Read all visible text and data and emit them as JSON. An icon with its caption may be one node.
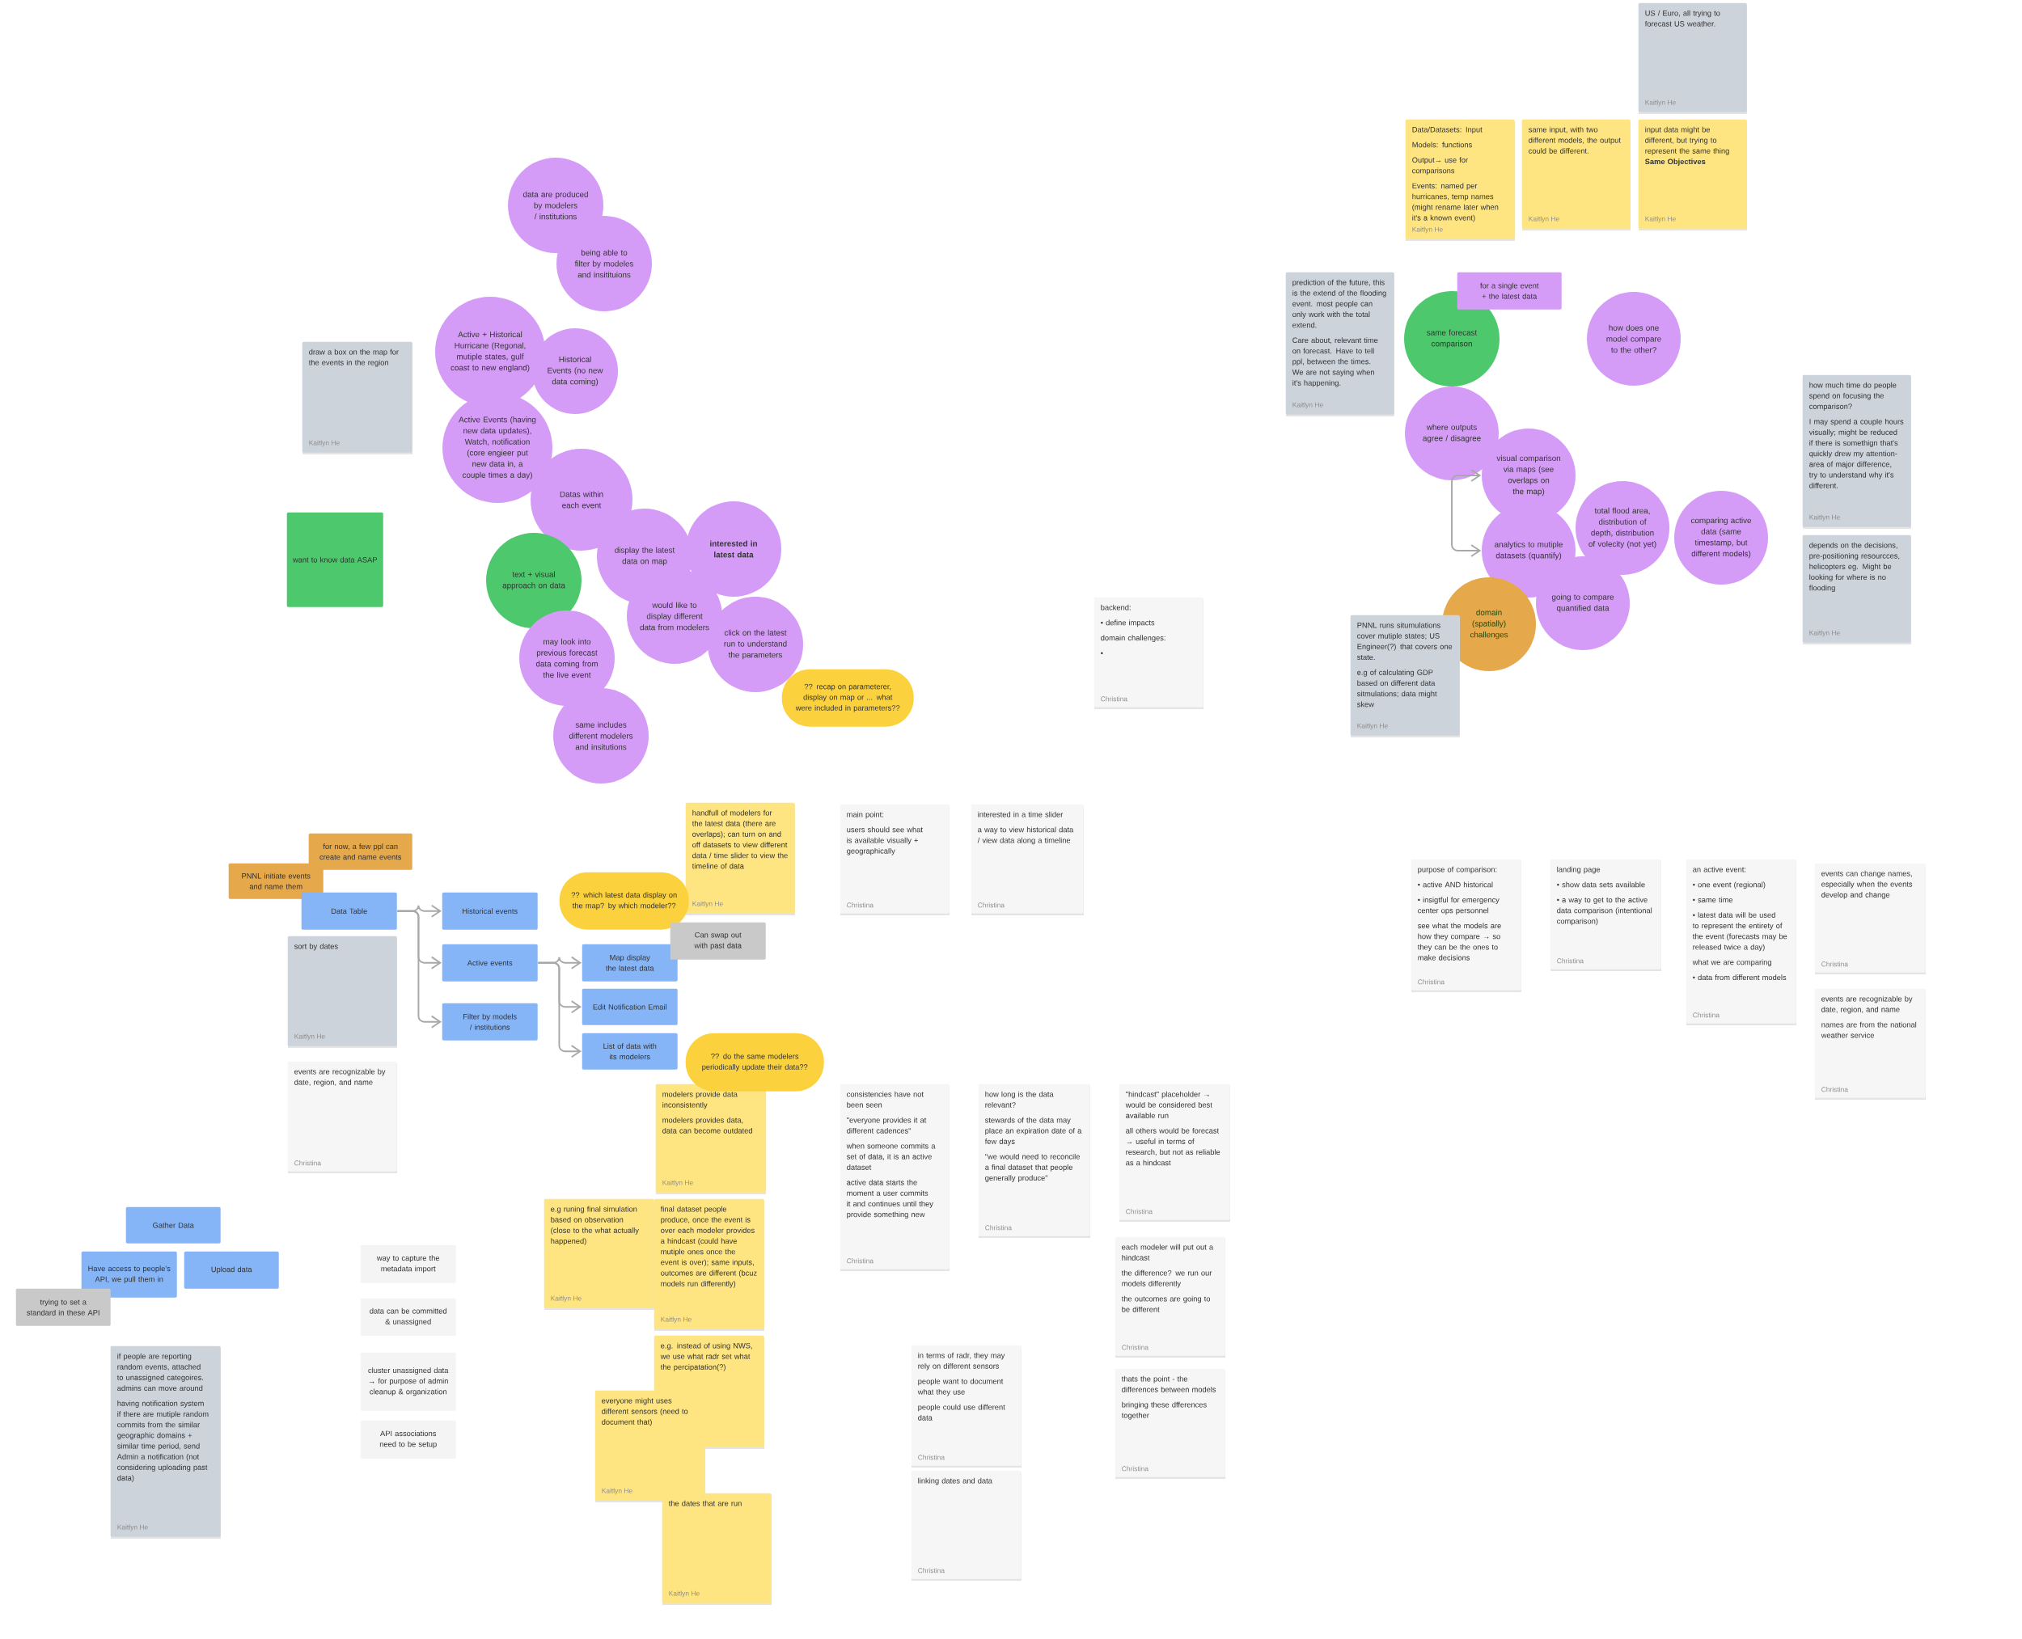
{
  "diagram": {
    "nodes": [
      {
        "text": [
          "draw a box on the map for the events in the region",
          "Kaitlyn He"
        ]
      },
      {
        "text": [
          "want to know data ASAP"
        ]
      },
      {
        "text": [
          "data are produced by modelers / institutions"
        ]
      },
      {
        "text": [
          "being able to filter by modeles and insitituions"
        ]
      },
      {
        "text": [
          "Active + Historical Hurricane (Regonal, mutiple states, gulf coast to new england)"
        ]
      },
      {
        "text": [
          "Historical Events (no new data coming)"
        ]
      },
      {
        "text": [
          "Active Events (having new data updates), Watch, notification (core engieer put new data in, a couple times a day)"
        ]
      },
      {
        "text": [
          "Datas within each event"
        ]
      },
      {
        "text": [
          "text + visual approach on data"
        ]
      },
      {
        "text": [
          "display the latest data on map"
        ]
      },
      {
        "text": [
          "interested in latest data"
        ]
      },
      {
        "text": [
          "would like to display different data from modelers"
        ]
      },
      {
        "text": [
          "click on the latest run to understand the parameters"
        ]
      },
      {
        "text": [
          "may look into previous forecast data coming from the live event"
        ]
      },
      {
        "text": [
          "same includes different modelers and insitutions"
        ]
      },
      {
        "text": [
          "?? recap on parameterer, display on map or ... what were included in parameters??"
        ]
      },
      {
        "text": [
          "backend:",
          "• define impacts",
          "domain challenges:",
          "•",
          "Christina"
        ]
      },
      {
        "text": [
          "US / Euro, all trying to forecast US weather.",
          "Kaitlyn He"
        ]
      },
      {
        "text": [
          "Data/Datasets: Input",
          "Models: functions",
          "Output→ use for comparisons",
          "Events: named per hurricanes, temp names (might rename later when it's a known event)",
          "Kaitlyn He"
        ]
      },
      {
        "text": [
          "same input, with two different models, the output could be different.",
          "Kaitlyn He"
        ]
      },
      {
        "text": [
          "input data might be different, but trying to represent the same thing **Same Objectives**",
          "Kaitlyn He"
        ]
      },
      {
        "text": [
          "prediction of the future, this is the extend of the flooding event. most people can only work with the total extend.",
          "Care about, relevant time on forecast. Have to tell ppl, between the times. We are not saying when it's happening.",
          "Kaitlyn He"
        ]
      },
      {
        "text": [
          "same forecast comparison"
        ]
      },
      {
        "text": [
          "for a single event + the latest data"
        ]
      },
      {
        "text": [
          "how does one model compare to the other?"
        ]
      },
      {
        "text": [
          "where outputs agree / disagree"
        ]
      },
      {
        "text": [
          "visual comparison via maps (see overlaps on the map)"
        ]
      },
      {
        "text": [
          "analytics to mutiple datasets (quantify)"
        ]
      },
      {
        "text": [
          "total flood area, distribution of depth, distribution of volecity (not yet)"
        ]
      },
      {
        "text": [
          "comparing active data (same timestamp, but different models)"
        ]
      },
      {
        "text": [
          "going to compare quantified data"
        ]
      },
      {
        "text": [
          "domain (spatially) challenges"
        ]
      },
      {
        "text": [
          "PNNL runs situmulations cover mutiple states; US Engineer(?) that covers one state.",
          "e.g of calculating GDP based on different data sitmulations; data might skew",
          "Kaitlyn He"
        ]
      },
      {
        "text": [
          "how much time do people spend on focusing the comparison?",
          "I may spend a couple hours visually; might be reduced if there is somethign that's quickly drew my attention-area of major difference, try to understand why it's different.",
          "Kaitlyn He"
        ]
      },
      {
        "text": [
          "depends on the decisions, pre-positioning resourcces, helicopters eg. Might be looking for where is no flooding",
          "Kaitlyn He"
        ]
      },
      {
        "text": [
          "for now, a few ppl can create and name events"
        ]
      },
      {
        "text": [
          "PNNL initiate events and name them"
        ]
      },
      {
        "text": [
          "Data Table"
        ]
      },
      {
        "text": [
          "sort by dates",
          "Kaitlyn He"
        ]
      },
      {
        "text": [
          "events are recognizable by date, region, and name",
          "Christina"
        ]
      },
      {
        "text": [
          "Historical events"
        ]
      },
      {
        "text": [
          "Active events"
        ]
      },
      {
        "text": [
          "Filter by models / institutions"
        ]
      },
      {
        "text": [
          "Map display the latest data"
        ]
      },
      {
        "text": [
          "Edit Notification Email"
        ]
      },
      {
        "text": [
          "List of data with its modelers"
        ]
      },
      {
        "text": [
          "handfull of modelers for the latest data (there are overlaps); can turn on and off datasets to view different data / time slider to view the timeline of data",
          "Kaitlyn He"
        ]
      },
      {
        "text": [
          "?? which latest data display on the map? by which modeler??"
        ]
      },
      {
        "text": [
          "Can swap out with past data"
        ]
      },
      {
        "text": [
          "modelers provide data inconsistently",
          "modelers provides data, data can become outdated",
          "Kaitlyn He"
        ]
      },
      {
        "text": [
          "?? do the same modelers periodically update their data??"
        ]
      },
      {
        "text": [
          "main point:",
          "users should see what is available visually + geographically",
          "Christina"
        ]
      },
      {
        "text": [
          "interested in a time slider",
          "a way to view historical data / view data along a timeline",
          "Christina"
        ]
      },
      {
        "text": [
          "consistencies have not been seen",
          "\"everyone provides it at different cadences\"",
          "when someone commits a set of data, it is an active dataset",
          "active data starts the moment a user commits it and continues until they provide something new",
          "Christina"
        ]
      },
      {
        "text": [
          "how long is the data relevant?",
          "stewards of the data may place an expiration date of a few days",
          "\"we would need to reconcile a final dataset that people generally produce\"",
          "Christina"
        ]
      },
      {
        "text": [
          "\"hindcast\" placeholder → would be considered best available run",
          "all others would be forecast → useful in terms of research, but not as reliable as a hindcast",
          "Christina"
        ]
      },
      {
        "text": [
          "each modeler will put out a hindcast",
          "the difference? we run our models differently",
          "the outcomes are going to be different",
          "Christina"
        ]
      },
      {
        "text": [
          "thats the point - the differences between models",
          "bringing these dfferences together",
          "Christina"
        ]
      },
      {
        "text": [
          "in terms of radr, they may rely on different sensors",
          "people want to document what they use",
          "people could use different data",
          "Christina"
        ]
      },
      {
        "text": [
          "linking dates and data",
          "Christina"
        ]
      },
      {
        "text": [
          "Gather Data"
        ]
      },
      {
        "text": [
          "Have access to people's API, we pull them in"
        ]
      },
      {
        "text": [
          "Upload data"
        ]
      },
      {
        "text": [
          "trying to set a standard in these API"
        ]
      },
      {
        "text": [
          "if people are reporting random events, attached to unassigned categoires. admins can move around",
          "having notification system if there are mutiple random commits from the similar geographic domains + similar time period, send Admin a notification (not considering uploading past data)",
          "Kaitlyn He"
        ]
      },
      {
        "text": [
          "way to capture the metadata import"
        ]
      },
      {
        "text": [
          "data can be committed & unassigned"
        ]
      },
      {
        "text": [
          "cluster unassigned data → for purpose of admin cleanup & organization"
        ]
      },
      {
        "text": [
          "API associations need to be setup"
        ]
      },
      {
        "text": [
          "e.g runing final simulation based on observation (close to the what actually happened)",
          "Kaitlyn He"
        ]
      },
      {
        "text": [
          "final dataset people produce, once the event is over each modeler provides a hindcast (could have mutiple ones once the event is over); same inputs, outcomes are different (bcuz models run differently)",
          "Kaitlyn He"
        ]
      },
      {
        "text": [
          "e.g. instead of using NWS, we use what radr set what the percipatation(?)"
        ]
      },
      {
        "text": [
          "everyone might uses different sensors (need to document that)",
          "Kaitlyn He"
        ]
      },
      {
        "text": [
          "the dates that are run",
          "Kaitlyn He"
        ]
      },
      {
        "text": [
          "purpose of comparison:",
          "• active AND historical",
          "• insigtful for emergency center ops personnel",
          "see what the models are how they compare → so they can be the ones to make decisions",
          "Christina"
        ]
      },
      {
        "text": [
          "landing page",
          "• show data sets available",
          "• a way to get to the active data comparison (intentional comparison)",
          "Christina"
        ]
      },
      {
        "text": [
          "an active event:",
          "• one event (regional)",
          "• same time",
          "• latest data will be used to represent the entirety of the event (forecasts may be released twice a day)",
          "what we are comparing",
          "• data from different models",
          "Christina"
        ]
      },
      {
        "text": [
          "events can change names, especially when the events develop and change",
          "Christina"
        ]
      },
      {
        "text": [
          "events are recognizable by date, region, and name",
          "names are from the national weather service",
          "Christina"
        ]
      }
    ],
    "edges": [
      {
        "from": 37,
        "to": 40,
        "arrow": "to"
      },
      {
        "from": 37,
        "to": 41,
        "arrow": "to"
      },
      {
        "from": 37,
        "to": 42,
        "arrow": "to"
      },
      {
        "from": 41,
        "to": 43,
        "arrow": "to"
      },
      {
        "from": 41,
        "to": 44,
        "arrow": "to"
      },
      {
        "from": 41,
        "to": 45,
        "arrow": "to"
      },
      {
        "from": 25,
        "to": 26,
        "arrow": "to"
      },
      {
        "from": 25,
        "to": 27,
        "arrow": "to"
      }
    ]
  }
}
